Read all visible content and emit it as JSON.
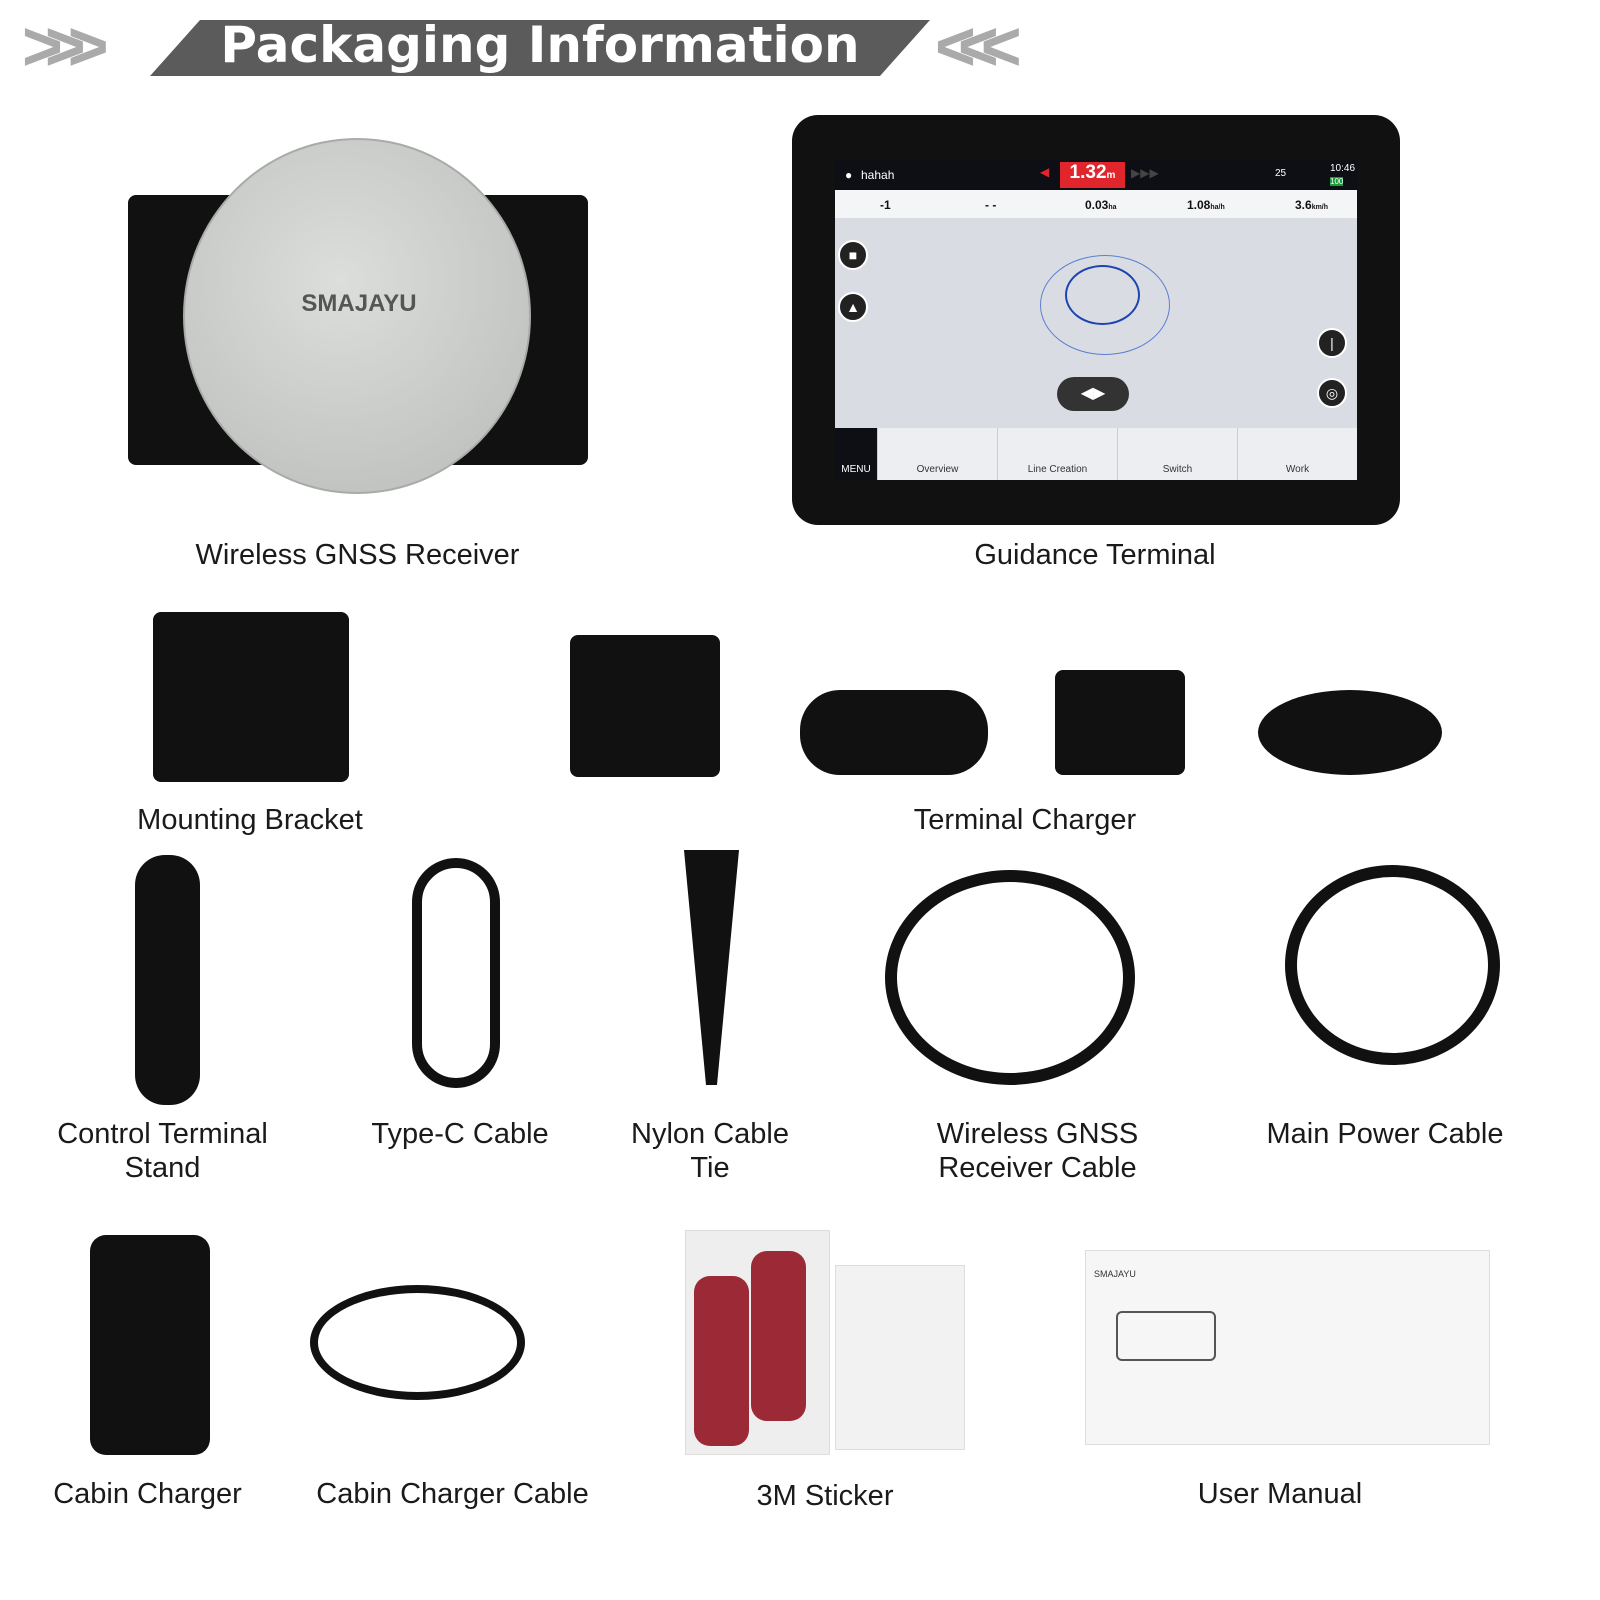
{
  "header": {
    "title": "Packaging Information"
  },
  "items": [
    {
      "label": "Wireless GNSS Receiver",
      "brand": "SMAJAYU"
    },
    {
      "label": "Guidance Terminal"
    },
    {
      "label": "Mounting Bracket"
    },
    {
      "label": "Terminal Charger"
    },
    {
      "label": "Control Terminal Stand"
    },
    {
      "label": "Type-C Cable"
    },
    {
      "label": "Nylon Cable Tie"
    },
    {
      "label": "Wireless GNSS Receiver Cable"
    },
    {
      "label": "Main Power Cable"
    },
    {
      "label": "Cabin Charger"
    },
    {
      "label": "Cabin Charger Cable"
    },
    {
      "label": "3M Sticker"
    },
    {
      "label": "User Manual",
      "brand": "SMAJAYU"
    }
  ],
  "terminal": {
    "task": "hahah",
    "offset": "1.32",
    "offset_unit": "m",
    "time": "10:46",
    "battery": "100",
    "sats": "25",
    "stats": [
      {
        "v": "-1",
        "u": ""
      },
      {
        "v": "- -",
        "u": ""
      },
      {
        "v": "0.03",
        "u": "ha"
      },
      {
        "v": "1.08",
        "u": "ha/h"
      },
      {
        "v": "3.6",
        "u": "km/h"
      }
    ],
    "nav": [
      "MENU",
      "Overview",
      "Line Creation",
      "Switch",
      "Work"
    ]
  },
  "colors": {
    "banner": "#5b5b5b",
    "offset_bg": "#e0262c",
    "receiver": "#c9cbc9"
  }
}
